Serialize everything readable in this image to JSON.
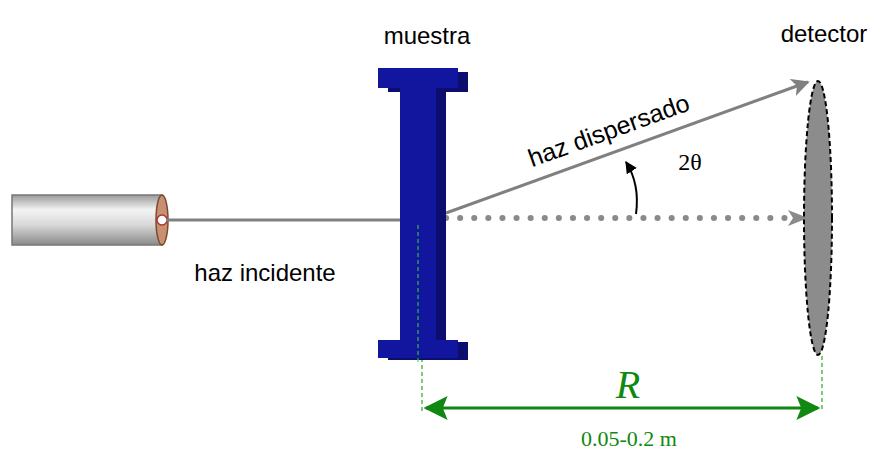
{
  "diagram": {
    "nodes": [
      {
        "text": [
          "muestra"
        ]
      },
      {
        "text": [
          "detector"
        ]
      }
    ],
    "edges": [
      {
        "from": 0,
        "to": 1,
        "label": "haz dispersado",
        "arrow": "to"
      }
    ],
    "labels": [
      "2θ",
      "haz incidente",
      "R",
      "0.05-0.2 m"
    ]
  }
}
